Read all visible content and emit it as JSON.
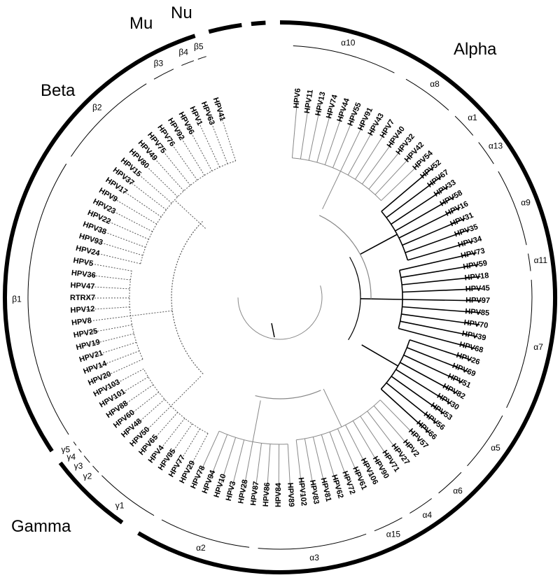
{
  "genera": [
    {
      "key": "alpha",
      "label": "Alpha"
    },
    {
      "key": "beta",
      "label": "Beta"
    },
    {
      "key": "gamma",
      "label": "Gamma"
    },
    {
      "key": "mu",
      "label": "Mu"
    },
    {
      "key": "nu",
      "label": "Nu"
    }
  ],
  "species": [
    {
      "key": "a10",
      "label": "α10"
    },
    {
      "key": "a8",
      "label": "α8"
    },
    {
      "key": "a1",
      "label": "α1"
    },
    {
      "key": "a13",
      "label": "α13"
    },
    {
      "key": "a9",
      "label": "α9"
    },
    {
      "key": "a11",
      "label": "α11"
    },
    {
      "key": "a7",
      "label": "α7"
    },
    {
      "key": "a5",
      "label": "α5"
    },
    {
      "key": "a6",
      "label": "α6"
    },
    {
      "key": "a4",
      "label": "α4"
    },
    {
      "key": "a15",
      "label": "α15"
    },
    {
      "key": "a3",
      "label": "α3"
    },
    {
      "key": "a2",
      "label": "α2"
    },
    {
      "key": "g1",
      "label": "γ1"
    },
    {
      "key": "g2",
      "label": "γ2"
    },
    {
      "key": "g3",
      "label": "γ3"
    },
    {
      "key": "g4",
      "label": "γ4"
    },
    {
      "key": "g5",
      "label": "γ5"
    },
    {
      "key": "b1",
      "label": "β1"
    },
    {
      "key": "b2",
      "label": "β2"
    },
    {
      "key": "b3",
      "label": "β3"
    },
    {
      "key": "b4",
      "label": "β4"
    },
    {
      "key": "b5",
      "label": "β5"
    }
  ],
  "leaves": [
    "HPV6",
    "HPV11",
    "HPV13",
    "HPV74",
    "HPV44",
    "HPV55",
    "HPV91",
    "HPV43",
    "HPV7",
    "HPV40",
    "HPV32",
    "HPV42",
    "HPV54",
    "HPV52",
    "HPV67",
    "HPV33",
    "HPV58",
    "HPV16",
    "HPV31",
    "HPV35",
    "HPV34",
    "HPV73",
    "HPV59",
    "HPV18",
    "HPV45",
    "HPV97",
    "HPV85",
    "HPV70",
    "HPV39",
    "HPV68",
    "HPV26",
    "HPV69",
    "HPV51",
    "HPV82",
    "HPV30",
    "HPV53",
    "HPV56",
    "HPV66",
    "HPV57",
    "HPV2",
    "HPV27",
    "HPV71",
    "HPV90",
    "HPV106",
    "HPV61",
    "HPV72",
    "HPV62",
    "HPV81",
    "HPV83",
    "HPV102",
    "HPV89",
    "HPV84",
    "HPV86",
    "HPV87",
    "HPV28",
    "HPV3",
    "HPV10",
    "HPV94",
    "HPV78",
    "HPV29",
    "HPV77",
    "HPV95",
    "HPV4",
    "HPV65",
    "HPV50",
    "HPV48",
    "HPV60",
    "HPV88",
    "HPV101",
    "HPV103",
    "HPV20",
    "HPV14",
    "HPV21",
    "HPV19",
    "HPV25",
    "HPV8",
    "HPV12",
    "RTRX7",
    "HPV47",
    "HPV36",
    "HPV5",
    "HPV24",
    "HPV93",
    "HPV38",
    "HPV22",
    "HPV23",
    "HPV9",
    "HPV17",
    "HPV37",
    "HPV15",
    "HPV80",
    "HPV49",
    "HPV75",
    "HPV76",
    "HPV92",
    "HPV96",
    "HPV1",
    "HPV63",
    "HPV41"
  ],
  "colors": {
    "alpha_branch": "#000000",
    "alpha_low_branch": "#888888",
    "beta_branch": "#555555",
    "arc": "#000000"
  }
}
